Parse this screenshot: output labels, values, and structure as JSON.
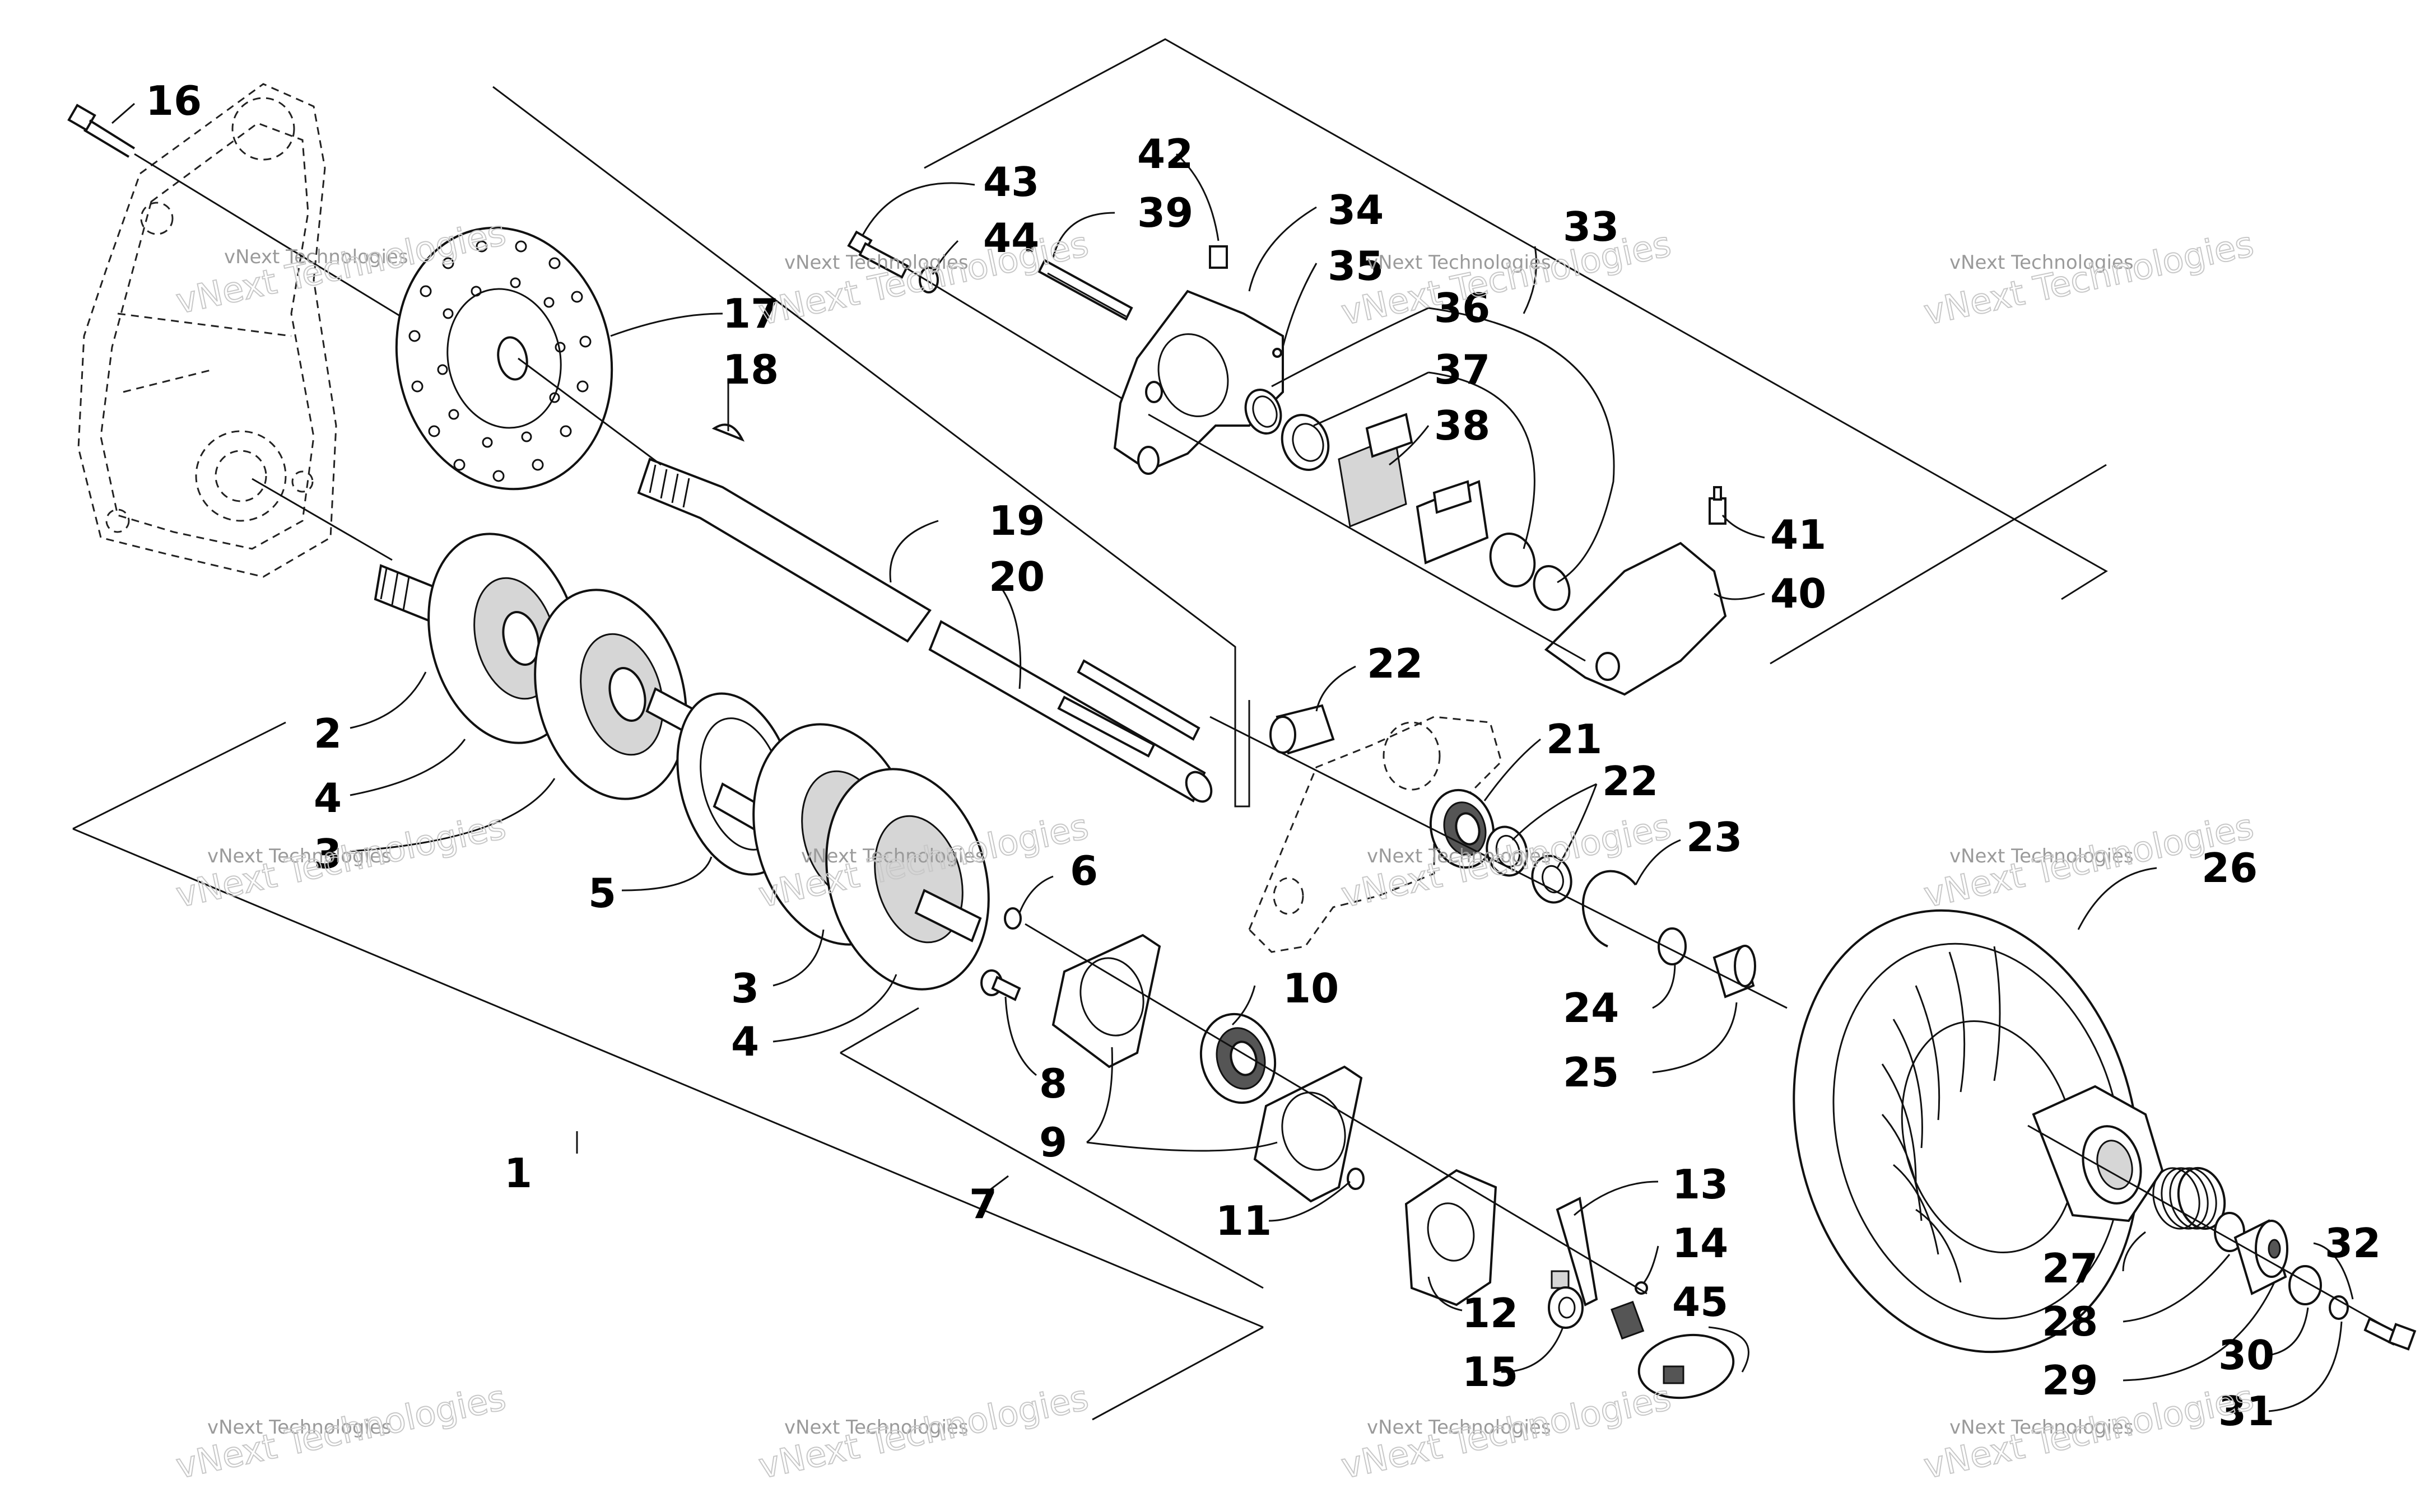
{
  "callouts": [
    "16",
    "17",
    "18",
    "19",
    "20",
    "2",
    "4",
    "3",
    "5",
    "6",
    "3",
    "4",
    "8",
    "9",
    "7",
    "1",
    "10",
    "11",
    "12",
    "15",
    "13",
    "14",
    "45",
    "43",
    "44",
    "39",
    "42",
    "34",
    "35",
    "33",
    "36",
    "37",
    "38",
    "41",
    "40",
    "22",
    "21",
    "22",
    "23",
    "24",
    "25",
    "26",
    "27",
    "28",
    "29",
    "30",
    "31",
    "32"
  ],
  "watermark": {
    "small": "vNext Technologies",
    "large": "vNext Technologies"
  },
  "colors": {
    "line": "#111111",
    "background": "#ffffff",
    "watermark": "#9a9a9a"
  }
}
